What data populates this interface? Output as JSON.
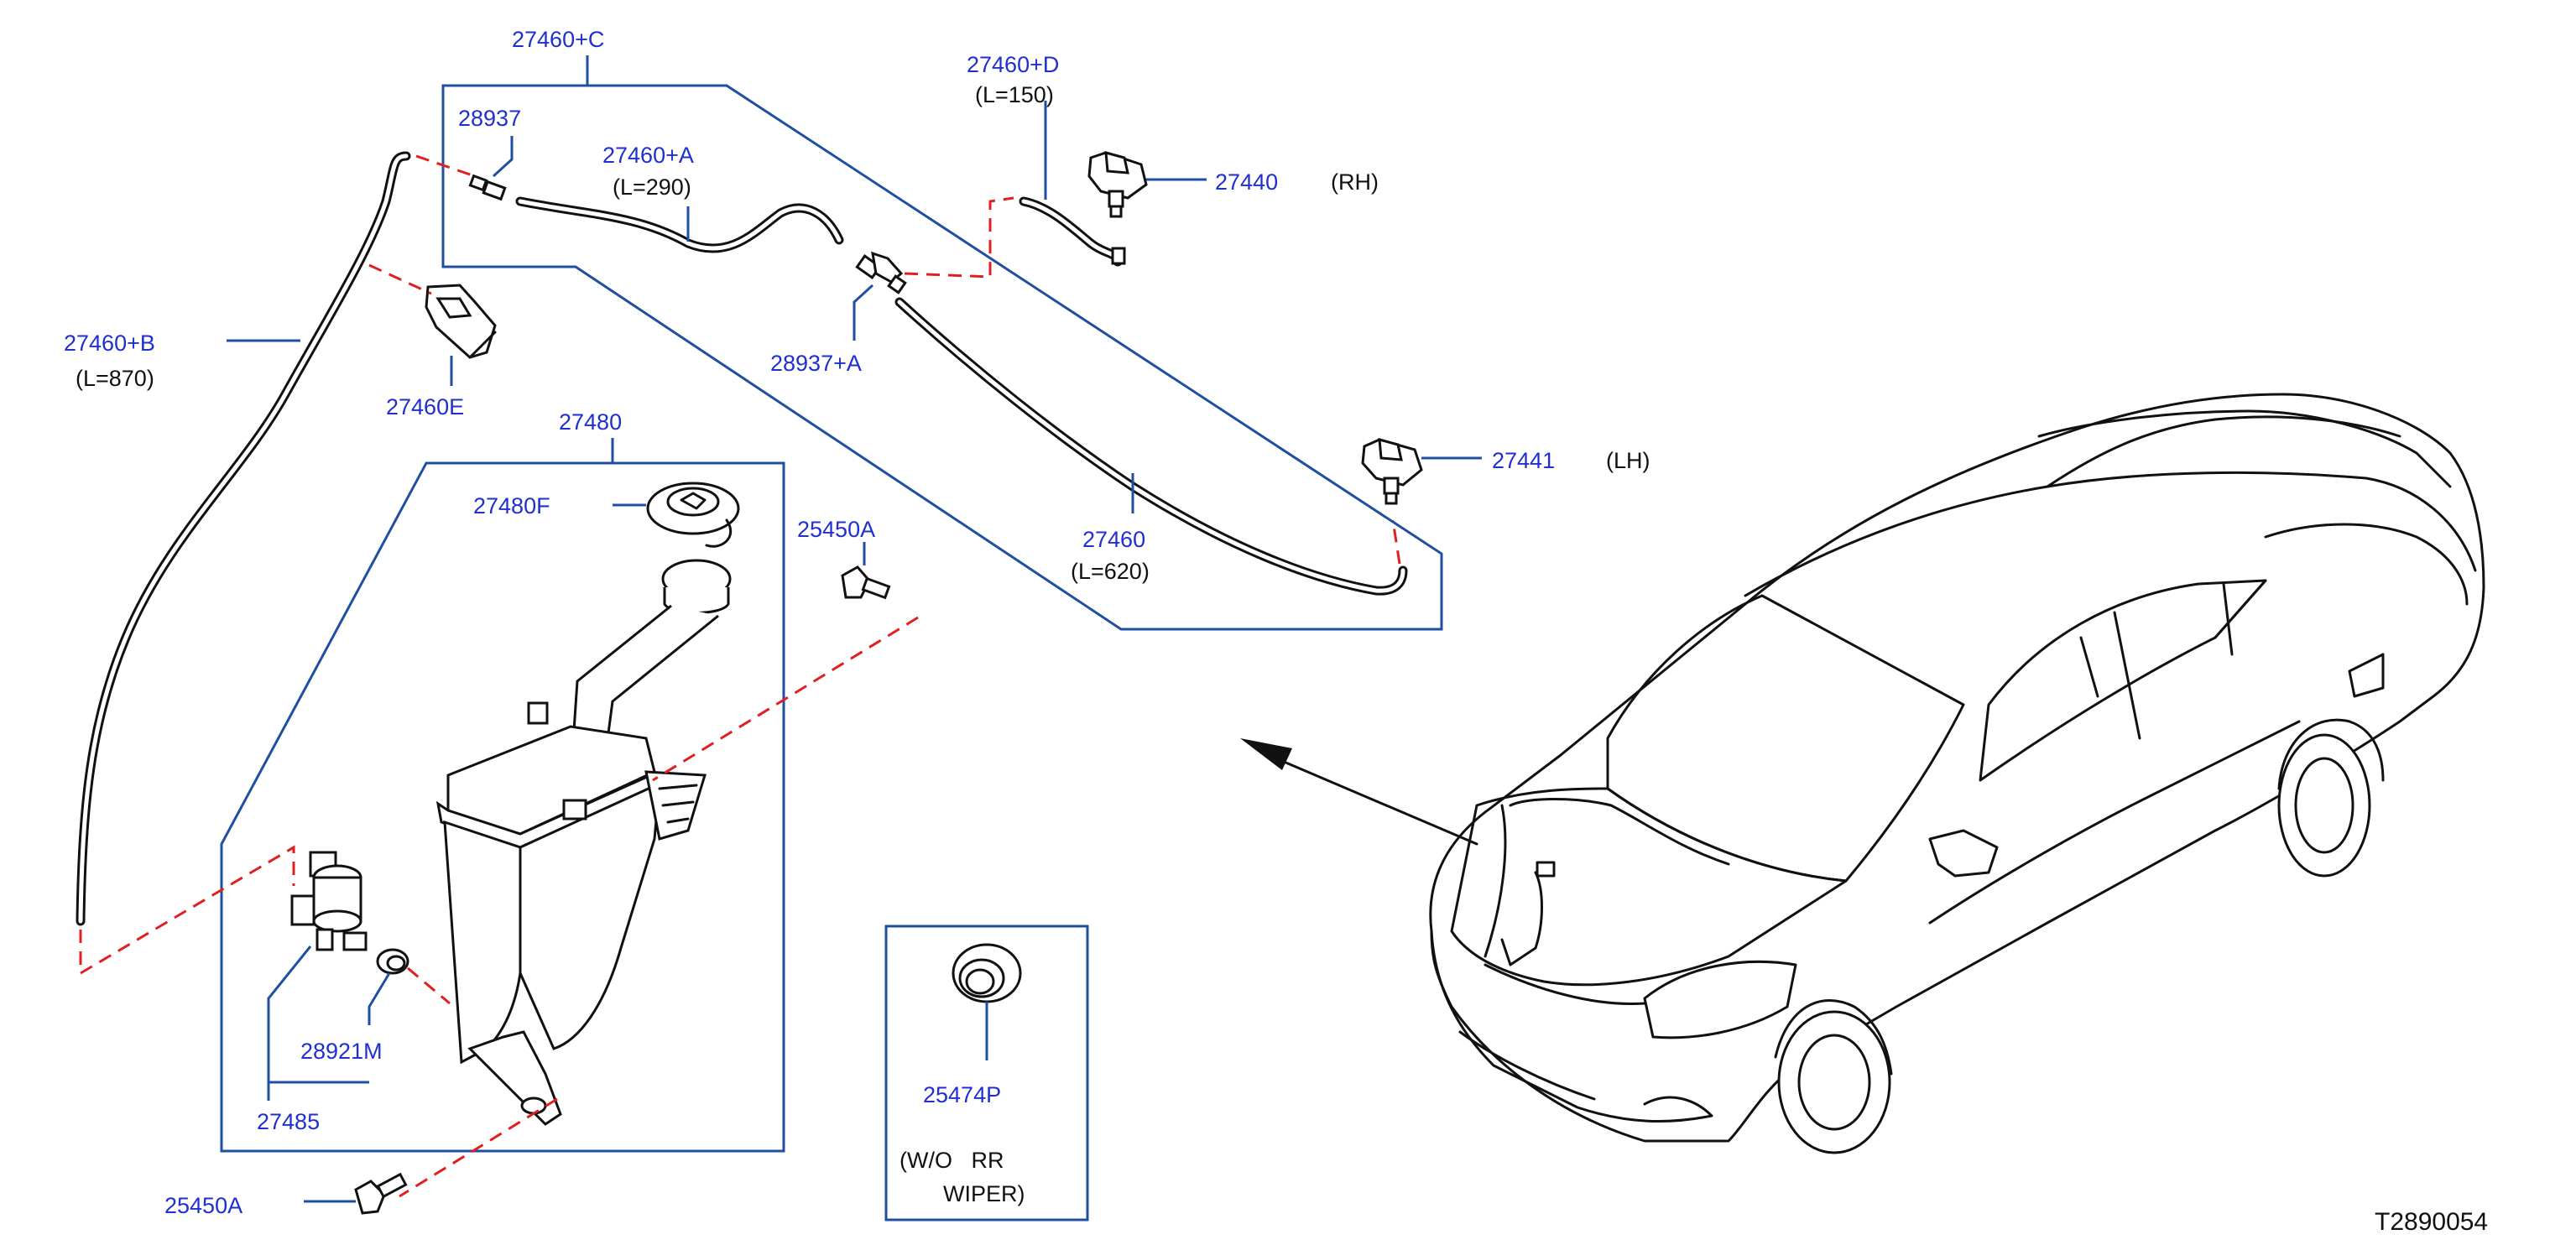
{
  "drawing_id": "T2890054",
  "callouts": {
    "c_27460C": "27460+C",
    "c_28937": "28937",
    "c_27460A": "27460+A",
    "c_27460A_len": "(L=290)",
    "c_27460D": "27460+D",
    "c_27460D_len": "(L=150)",
    "c_27440": "27440",
    "c_27440_side": "(RH)",
    "c_27460B": "27460+B",
    "c_27460B_len": "(L=870)",
    "c_27460E": "27460E",
    "c_28937A": "28937+A",
    "c_27441": "27441",
    "c_27441_side": "(LH)",
    "c_27480": "27480",
    "c_27480F": "27480F",
    "c_25450A_top": "25450A",
    "c_27460": "27460",
    "c_27460_len": "(L=620)",
    "c_28921M": "28921M",
    "c_27485": "27485",
    "c_25450A_bottom": "25450A",
    "c_25474P": "25474P",
    "note_line1": "(W/O   RR",
    "note_line2": "WIPER)"
  },
  "colors": {
    "callout_text": "#1f2fd0",
    "note_text": "#111111",
    "leader_lines": "#1f4fa0",
    "dashed_links": "#e02020",
    "linework": "#111111",
    "background": "#ffffff"
  }
}
